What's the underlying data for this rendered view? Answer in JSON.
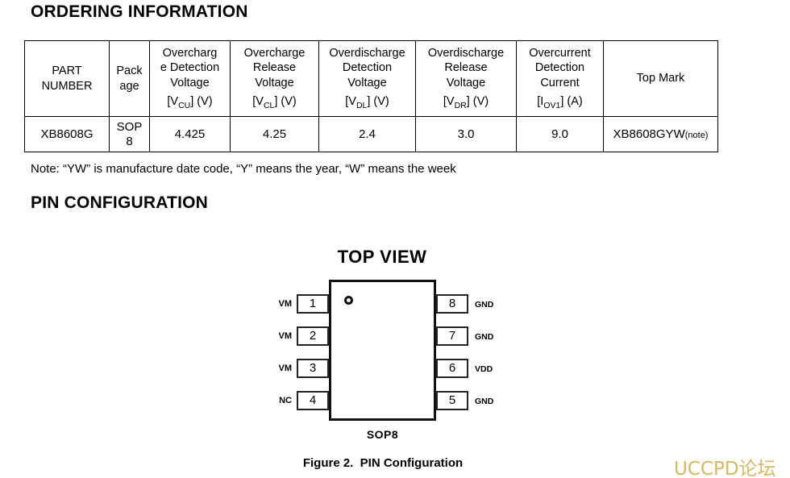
{
  "titles": {
    "ordering": "ORDERING INFORMATION",
    "pin_config": "PIN CONFIGURATION",
    "top_view": "TOP VIEW",
    "package_label": "SOP8",
    "figure_caption": "Figure 2.  PIN Configuration",
    "watermark": "UCCPD论坛"
  },
  "note": "Note: “YW” is manufacture date code, “Y” means the year, “W” means the week",
  "table": {
    "headers": {
      "part": {
        "l1": "PART",
        "l2": "NUMBER"
      },
      "package": {
        "l1": "Pack",
        "l2": "age"
      },
      "ocd": {
        "l1": "Overcharg",
        "l2": "e Detection",
        "l3": "Voltage",
        "sym": {
          "pre": "[V",
          "sub": "CU",
          "post": "] (V)"
        }
      },
      "ocr": {
        "l1": "Overcharge",
        "l2": "Release",
        "l3": "Voltage",
        "sym": {
          "pre": "[V",
          "sub": "CL",
          "post": "] (V)"
        }
      },
      "odd": {
        "l1": "Overdischarge",
        "l2": "Detection",
        "l3": "Voltage",
        "sym": {
          "pre": "[V",
          "sub": "DL",
          "post": "] (V)"
        }
      },
      "odr": {
        "l1": "Overdischarge",
        "l2": "Release",
        "l3": "Voltage",
        "sym": {
          "pre": "[V",
          "sub": "DR",
          "post": "] (V)"
        }
      },
      "oci": {
        "l1": "Overcurrent",
        "l2": "Detection",
        "l3": "Current",
        "sym": {
          "pre": "[I",
          "sub": "OV1",
          "post": "] (A)"
        }
      },
      "top_mark": {
        "l1": "Top Mark"
      }
    },
    "row": {
      "part": "XB8608G",
      "package_l1": "SOP",
      "package_l2": "8",
      "vcu": "4.425",
      "vcl": "4.25",
      "vdl": "2.4",
      "vdr": "3.0",
      "iov1": "9.0",
      "top_mark_pre": "XB8608GYW",
      "top_mark_note": "(note)"
    }
  },
  "diagram": {
    "left_pins": [
      {
        "num": "1",
        "label": "VM"
      },
      {
        "num": "2",
        "label": "VM"
      },
      {
        "num": "3",
        "label": "VM"
      },
      {
        "num": "4",
        "label": "NC"
      }
    ],
    "right_pins": [
      {
        "num": "8",
        "label": "GND"
      },
      {
        "num": "7",
        "label": "GND"
      },
      {
        "num": "6",
        "label": "VDD"
      },
      {
        "num": "5",
        "label": "GND"
      }
    ]
  }
}
